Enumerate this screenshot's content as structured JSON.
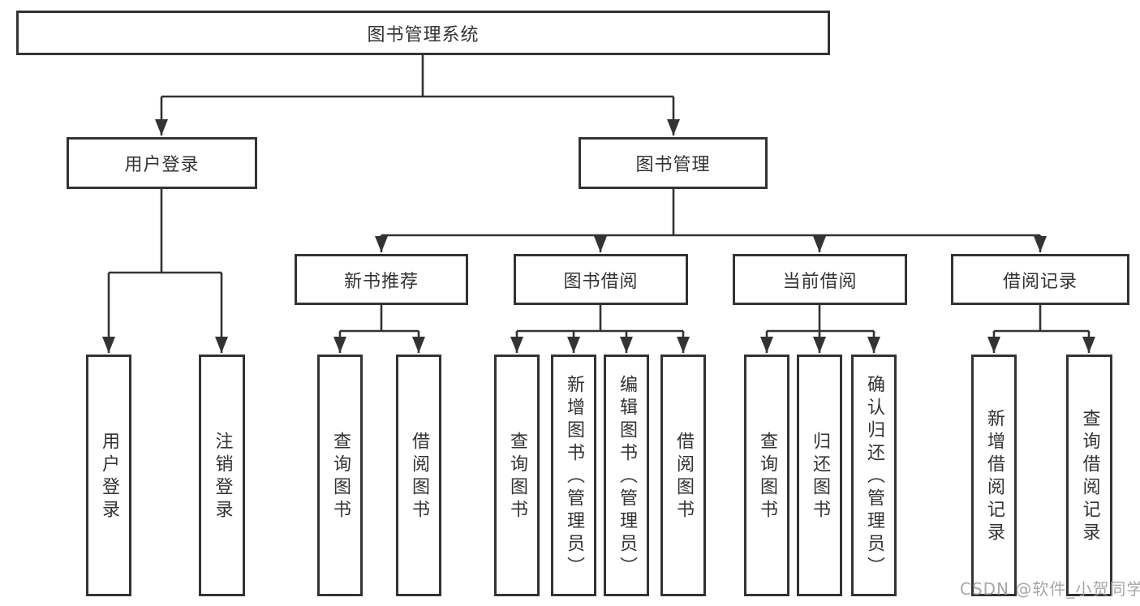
{
  "diagram": {
    "root": {
      "label": "图书管理系统"
    },
    "branches": [
      {
        "label": "用户登录",
        "children": [
          {
            "label": "用户登录"
          },
          {
            "label": "注销登录"
          }
        ]
      },
      {
        "label": "图书管理",
        "children": [
          {
            "label": "新书推荐",
            "children": [
              {
                "label": "查询图书"
              },
              {
                "label": "借阅图书"
              }
            ]
          },
          {
            "label": "图书借阅",
            "children": [
              {
                "label": "查询图书"
              },
              {
                "label": "新增图书（管理员）"
              },
              {
                "label": "编辑图书（管理员）"
              },
              {
                "label": "借阅图书"
              }
            ]
          },
          {
            "label": "当前借阅",
            "children": [
              {
                "label": "查询图书"
              },
              {
                "label": "归还图书"
              },
              {
                "label": "确认归还（管理员）"
              }
            ]
          },
          {
            "label": "借阅记录",
            "children": [
              {
                "label": "新增借阅记录"
              },
              {
                "label": "查询借阅记录"
              }
            ]
          }
        ]
      }
    ]
  },
  "watermark": "CSDN @软件_小贺同学",
  "colors": {
    "line": "#333333",
    "text": "#333333",
    "box_background": "#ffffff",
    "page_background": "#ffffff",
    "watermark": "#9e9e9e"
  }
}
